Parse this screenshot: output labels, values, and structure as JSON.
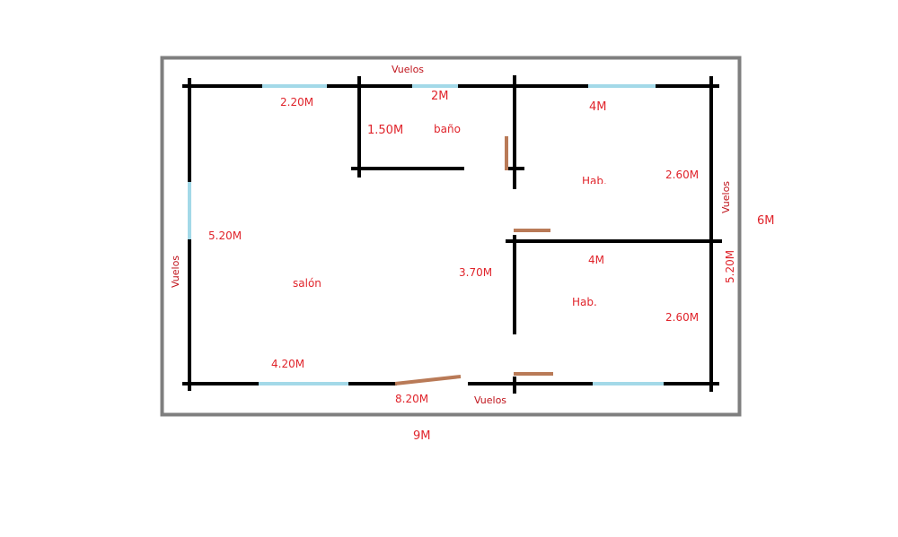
{
  "colors": {
    "frame": "#7f7f7f",
    "wall": "#000000",
    "window": "#a3d9e8",
    "door": "#b97a57",
    "label": "#e0242b",
    "overhang_label": "#c0141c"
  },
  "overall": {
    "width": "9M",
    "depth": "6M"
  },
  "overhangs": {
    "top": "Vuelos",
    "bottom": "Vuelos",
    "left": "Vuelos",
    "right": "Vuelos"
  },
  "rooms": {
    "living": "salón",
    "bathroom": "baño",
    "bedroom_top": "Hab.",
    "bedroom_bottom": "Hab."
  },
  "dimensions": {
    "top_left_window": "2.20M",
    "bath_width": "2M",
    "bath_depth": "1.50M",
    "bedroom_top_width": "4M",
    "bedroom_top_depth": "2.60M",
    "left_wall": "5.20M",
    "right_wall": "5.20M",
    "partition": "3.70M",
    "bedroom_bottom_width": "4M",
    "bedroom_bottom_depth": "2.60M",
    "bottom_window": "4.20M",
    "bottom_wall": "8.20M"
  }
}
